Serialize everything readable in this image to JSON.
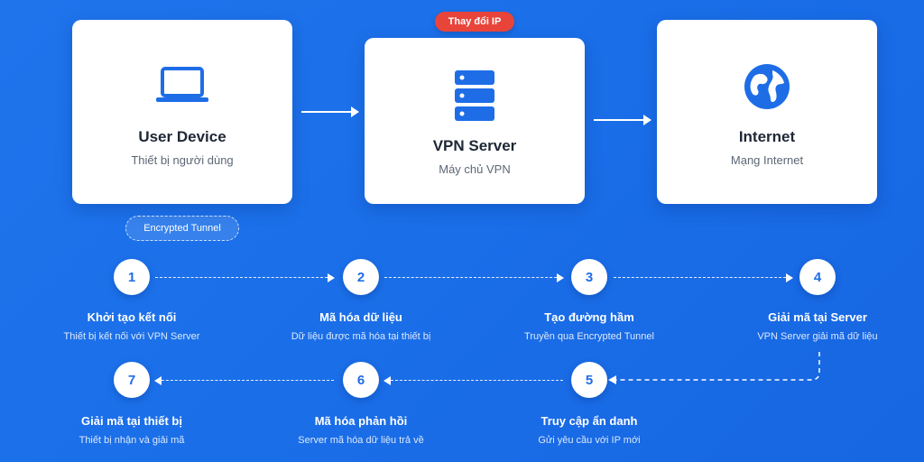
{
  "cards": {
    "user": {
      "title": "User Device",
      "subtitle": "Thiết bị người dùng",
      "icon": "laptop-icon"
    },
    "vpn": {
      "title": "VPN Server",
      "subtitle": "Máy chủ VPN",
      "icon": "server-icon"
    },
    "internet": {
      "title": "Internet",
      "subtitle": "Mạng Internet",
      "icon": "globe-icon"
    }
  },
  "badges": {
    "change_ip": "Thay đổi IP",
    "tunnel": "Encrypted Tunnel"
  },
  "steps": [
    {
      "number": "1",
      "title": "Khởi tạo kết nối",
      "desc": "Thiết bị kết nối với VPN Server"
    },
    {
      "number": "2",
      "title": "Mã hóa dữ liệu",
      "desc": "Dữ liệu được mã hóa tại thiết bị"
    },
    {
      "number": "3",
      "title": "Tạo đường hầm",
      "desc": "Truyền qua Encrypted Tunnel"
    },
    {
      "number": "4",
      "title": "Giải mã tại Server",
      "desc": "VPN Server giải mã dữ liệu"
    },
    {
      "number": "5",
      "title": "Truy cập ẩn danh",
      "desc": "Gửi yêu cầu với IP mới"
    },
    {
      "number": "6",
      "title": "Mã hóa phản hồi",
      "desc": "Server mã hóa dữ liệu trả về"
    },
    {
      "number": "7",
      "title": "Giải mã tại thiết bị",
      "desc": "Thiết bị nhận và giải mã"
    }
  ],
  "colors": {
    "background": "#1a6ee8",
    "accent": "#1e6de7",
    "badge_red": "#e8443a",
    "card": "#ffffff"
  }
}
